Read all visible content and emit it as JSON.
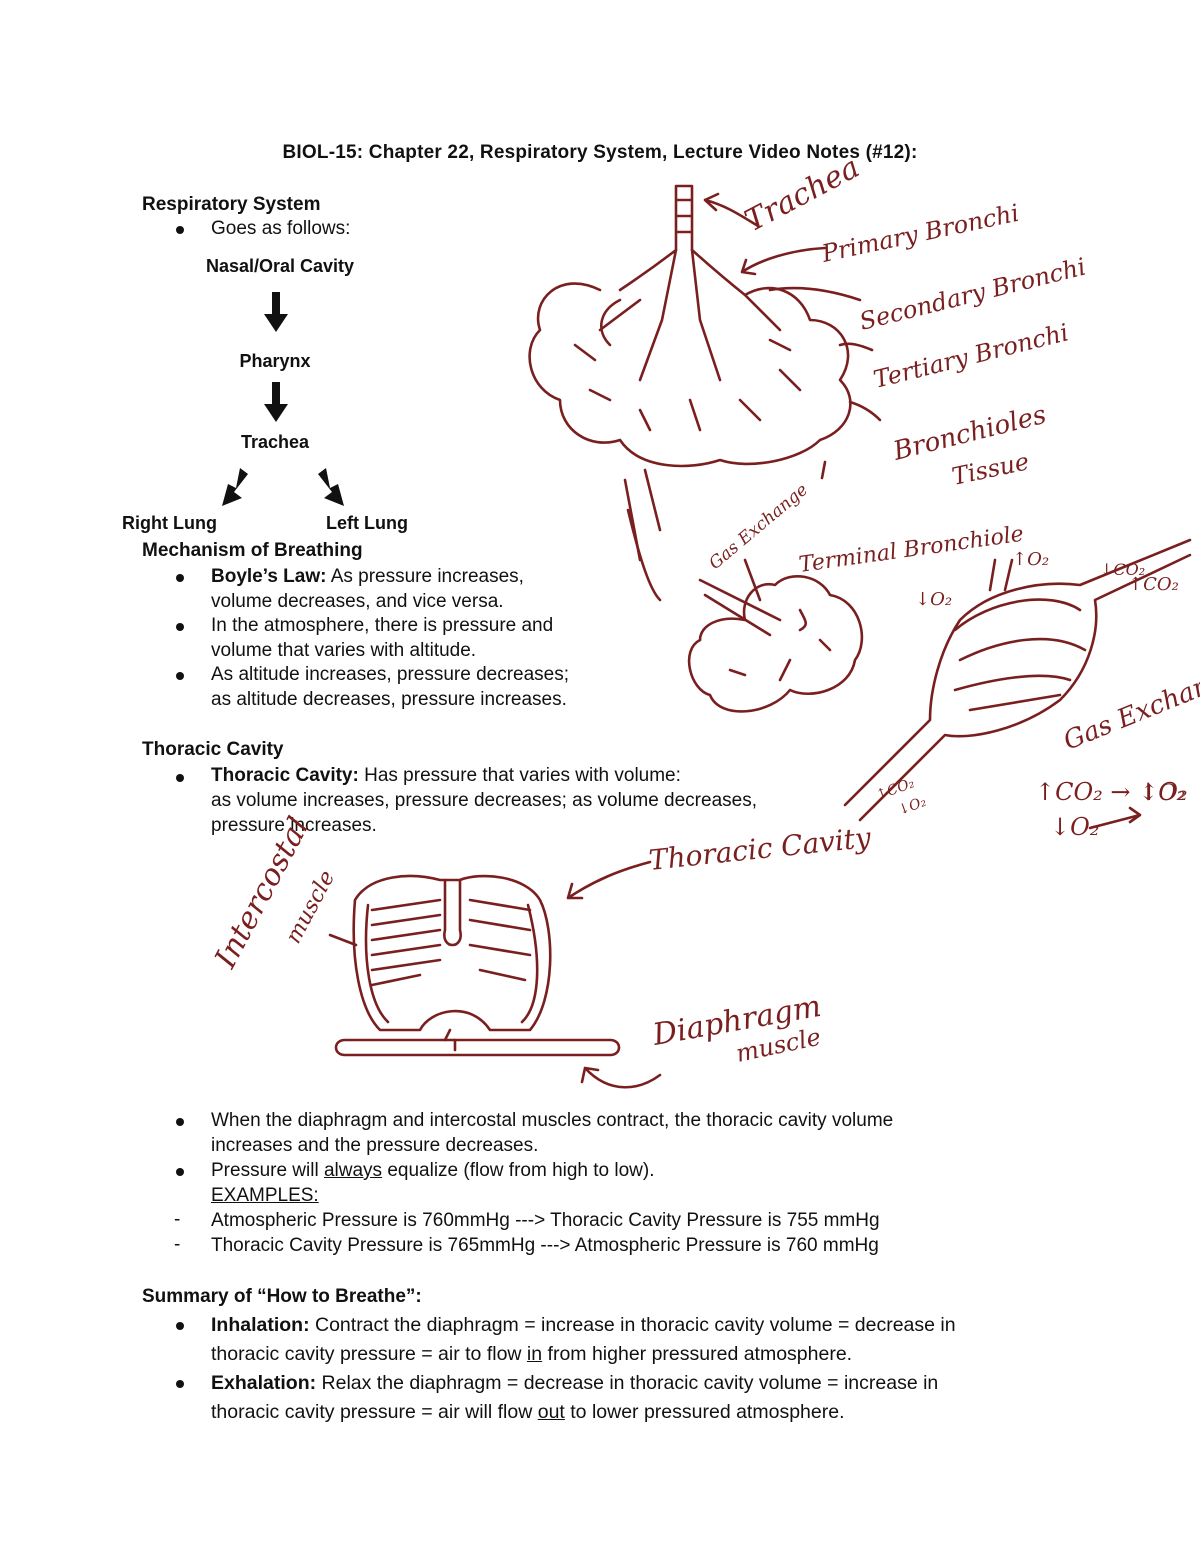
{
  "title": "BIOL-15: Chapter 22, Respiratory System, Lecture Video Notes (#12):",
  "resp": {
    "heading": "Respiratory System",
    "bullet": "Goes as follows:",
    "flow": [
      "Nasal/Oral Cavity",
      "Pharynx",
      "Trachea",
      "Right Lung",
      "Left Lung"
    ]
  },
  "mech": {
    "heading": "Mechanism of Breathing",
    "b1_bold": "Boyle’s Law:",
    "b1_l1": "As pressure increases,",
    "b1_l2": "volume decreases, and vice versa.",
    "b2_l1": "In the atmosphere, there is pressure and",
    "b2_l2": "volume that varies with altitude.",
    "b3_l1": "As altitude increases, pressure decreases;",
    "b3_l2": "as altitude decreases, pressure increases."
  },
  "thoracic": {
    "heading": "Thoracic Cavity",
    "b1_bold": "Thoracic Cavity:",
    "b1_l1": "Has pressure that varies with volume:",
    "b1_l2": "as volume increases, pressure decreases; as volume decreases,",
    "b1_l3": "pressure increases."
  },
  "muscles": {
    "b1_l1": "When the diaphragm and intercostal muscles contract, the thoracic cavity volume",
    "b1_l2": "increases and the pressure decreases.",
    "b2_pre": "Pressure will",
    "b2_u": "always",
    "b2_post": "equalize (flow from high to low).",
    "examples": "EXAMPLES:",
    "ex1": "Atmospheric Pressure is 760mmHg ---> Thoracic Cavity Pressure is 755 mmHg",
    "ex2": "Thoracic Cavity Pressure is 765mmHg ---> Atmospheric Pressure is 760 mmHg"
  },
  "summary": {
    "heading": "Summary of “How to Breathe”:",
    "inh_bold": "Inhalation:",
    "inh_l1": "Contract the diaphragm = increase in thoracic cavity volume = decrease in",
    "inh_l2_pre": "thoracic cavity pressure = air to flow",
    "inh_l2_u": "in",
    "inh_l2_post": "from higher pressured atmosphere.",
    "exh_bold": "Exhalation:",
    "exh_l1": "Relax the diaphragm = decrease in thoracic cavity volume = increase in",
    "exh_l2_pre": "thoracic cavity pressure = air will flow",
    "exh_l2_u": "out",
    "exh_l2_post": "to lower pressured atmosphere."
  },
  "handwritten": {
    "trachea": "Trachea",
    "primary": "Primary Bronchi",
    "secondary": "Secondary Bronchi",
    "tertiary": "Tertiary Bronchi",
    "bronchioles": "Bronchioles",
    "tissue": "Tissue",
    "gas_exchange_small": "Gas Exchange",
    "terminal": "Terminal Bronchiole",
    "gas_exchange": "Gas Exchange",
    "o2_down": "↓O₂",
    "o2_up": "↑O₂",
    "co2_up": "↑CO₂",
    "co2_down": "↓CO₂",
    "o2_small_down": "↓O₂",
    "co2_small_up": "↑CO₂",
    "eq1": "↑CO₂ → ↓O₂",
    "eq2": "↓O₂",
    "eq3": "↑O₂",
    "thoracic_cavity": "Thoracic Cavity",
    "intercostal": "Intercostal",
    "muscle": "muscle",
    "diaphragm": "Diaphragm",
    "diaphragm_muscle": "muscle"
  },
  "colors": {
    "ink": "#7a1f1f",
    "text": "#111111"
  }
}
